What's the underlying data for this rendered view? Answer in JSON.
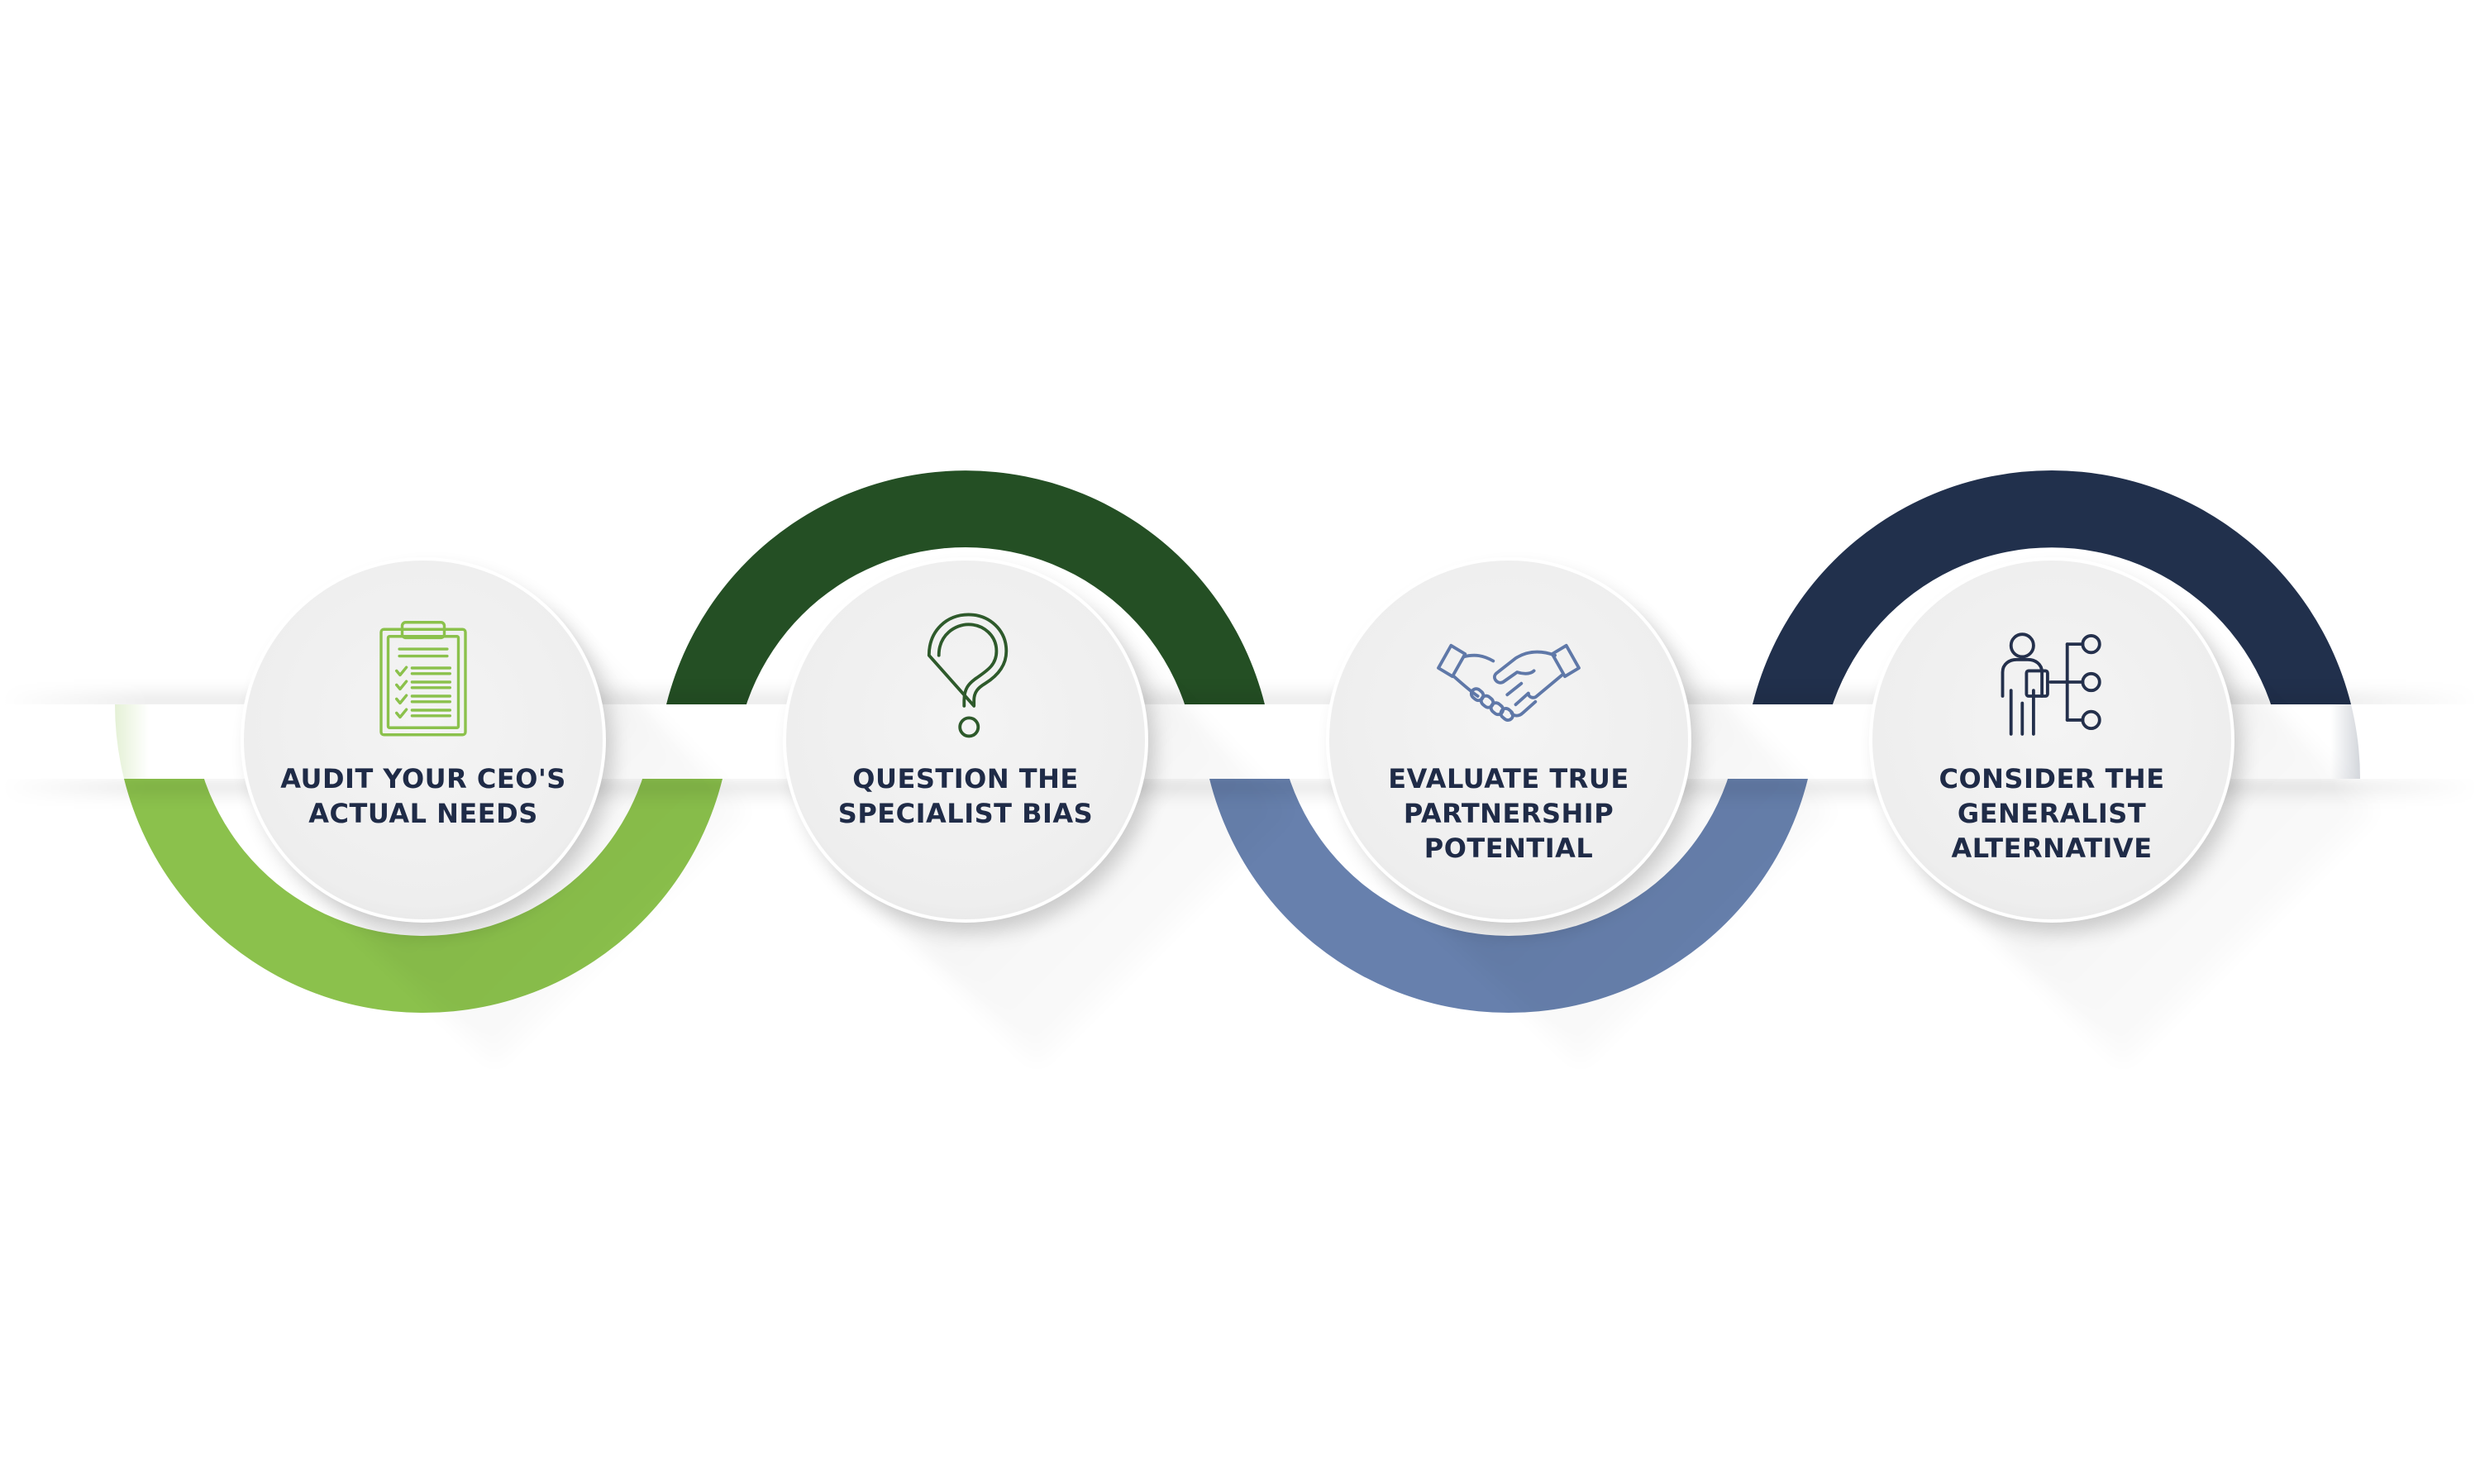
{
  "steps": [
    {
      "id": "audit",
      "icon": "clipboard-checklist-icon",
      "arc_color": "#8bc14c",
      "arc_side": "top",
      "icon_color": "#8bc14c",
      "label_lines": [
        "AUDIT YOUR CEO'S",
        "ACTUAL NEEDS"
      ]
    },
    {
      "id": "question",
      "icon": "question-mark-icon",
      "arc_color": "#244f24",
      "arc_side": "bottom",
      "icon_color": "#2e5a2b",
      "label_lines": [
        "QUESTION THE",
        "SPECIALIST BIAS"
      ]
    },
    {
      "id": "evaluate",
      "icon": "handshake-icon",
      "arc_color": "#6780ad",
      "arc_side": "top",
      "icon_color": "#5f78a8",
      "label_lines": [
        "EVALUATE TRUE",
        "PARTNERSHIP",
        "POTENTIAL"
      ]
    },
    {
      "id": "consider",
      "icon": "person-hierarchy-icon",
      "arc_color": "#21304c",
      "arc_side": "bottom",
      "icon_color": "#24304c",
      "label_lines": [
        "CONSIDER THE",
        "GENERALIST",
        "ALTERNATIVE"
      ]
    }
  ],
  "colors": {
    "text": "#1f2b47",
    "circle_fill": "#f1f1f1",
    "band": "#ffffff"
  }
}
